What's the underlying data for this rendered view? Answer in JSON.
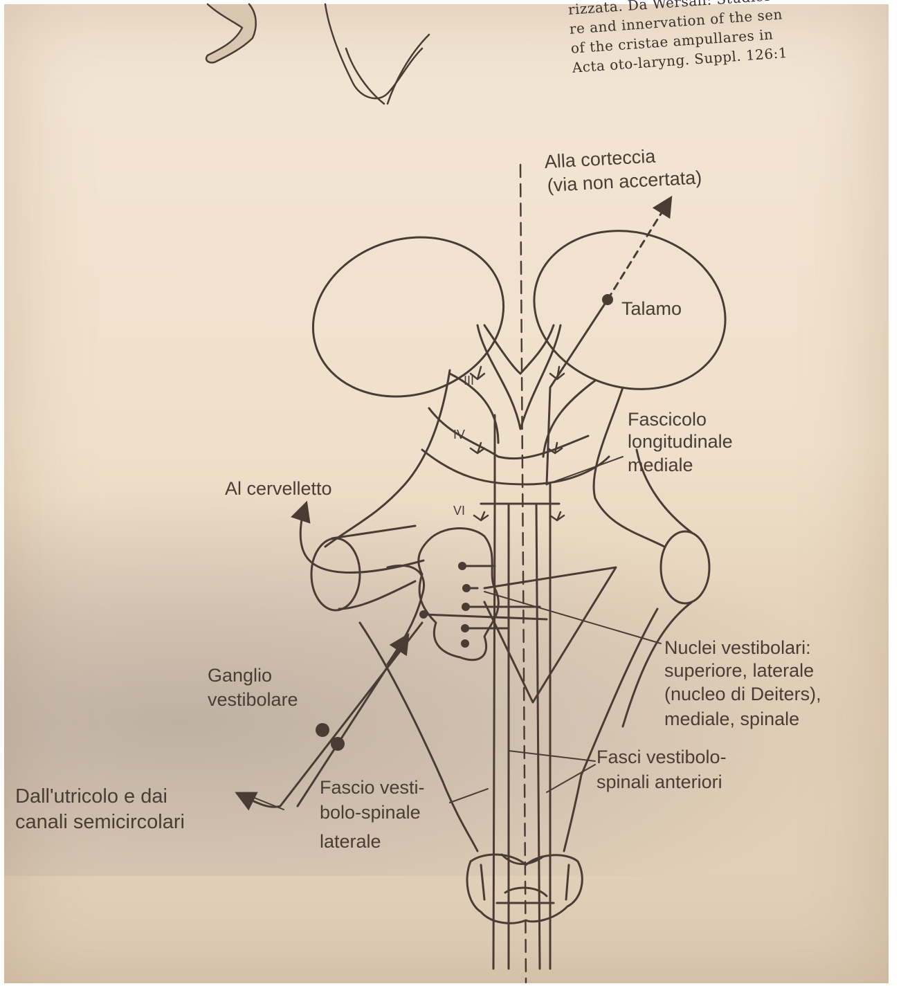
{
  "caption": {
    "lines": [
      "rizzata. Da Wersäll: Studies",
      "re and innervation of the sen",
      "of the cristae ampullares in",
      "Acta oto-laryng. Suppl. 126:1"
    ]
  },
  "labels": {
    "cortex_line1": "Alla corteccia",
    "cortex_line2": "(via non accertata)",
    "thalamus": "Talamo",
    "mlf_line1": "Fascicolo",
    "mlf_line2": "longitudinale",
    "mlf_line3": "mediale",
    "cerebellum": "Al cervelletto",
    "nuclei_line1": "Nuclei vestibolari:",
    "nuclei_line2": "superiore, laterale",
    "nuclei_line3": "(nucleo di Deiters),",
    "nuclei_line4": "mediale, spinale",
    "ganglion_line1": "Ganglio",
    "ganglion_line2": "vestibolare",
    "anterior_line1": "Fasci vestibolo-",
    "anterior_line2": "spinali anteriori",
    "lateral_line1": "Fascio vesti-",
    "lateral_line2": "bolo-spinale",
    "lateral_line3": "laterale",
    "source_line1": "Dall'utricolo e dai",
    "source_line2": "canali semicircolari"
  },
  "nerve_labels": {
    "n3": "III",
    "n4": "IV",
    "n6": "VI"
  },
  "colors": {
    "ink": "#4a3c35",
    "paper": "#efe0cb"
  }
}
